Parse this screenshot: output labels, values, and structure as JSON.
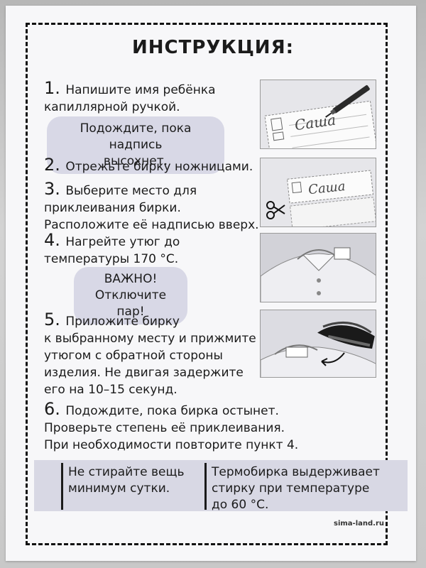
{
  "title": "ИНСТРУКЦИЯ:",
  "steps": [
    {
      "num": "1.",
      "lines": [
        "Напишите имя ребёнка",
        "капиллярной ручкой."
      ]
    },
    {
      "num": "2.",
      "lines": [
        "Отрежьте бирку ножницами."
      ]
    },
    {
      "num": "3.",
      "lines": [
        "Выберите место для",
        "приклеивания бирки.",
        "Расположите её надписью вверх."
      ]
    },
    {
      "num": "4.",
      "lines": [
        "Нагрейте утюг до",
        "температуры 170 °C."
      ]
    },
    {
      "num": "5.",
      "lines": [
        "Приложите бирку",
        "к выбранному месту и прижмите",
        "утюгом с обратной стороны",
        "изделия. Не двигая задержите",
        "его на 10–15 секунд."
      ]
    },
    {
      "num": "6.",
      "lines": [
        "Подождите, пока бирка остынет.",
        "Проверьте степень её приклеивания.",
        "При необходимости повторите пункт 4."
      ]
    }
  ],
  "callouts": {
    "wait": [
      "Подождите, пока надпись",
      "высохнет."
    ],
    "important": [
      "ВАЖНО!",
      "Отключите пар!"
    ]
  },
  "notes": {
    "left": [
      "Не стирайте вещь",
      "минимум сутки."
    ],
    "right": [
      "Термобирка выдерживает",
      "стирку при температуре",
      "до 60 °C."
    ]
  },
  "illustrations": {
    "tag_name": "Саша"
  },
  "footer": {
    "site": "sima-land.ru"
  },
  "colors": {
    "callout_bg": "#d8d8e6",
    "band_bg": "#d8d8e4",
    "frame": "#111111"
  }
}
